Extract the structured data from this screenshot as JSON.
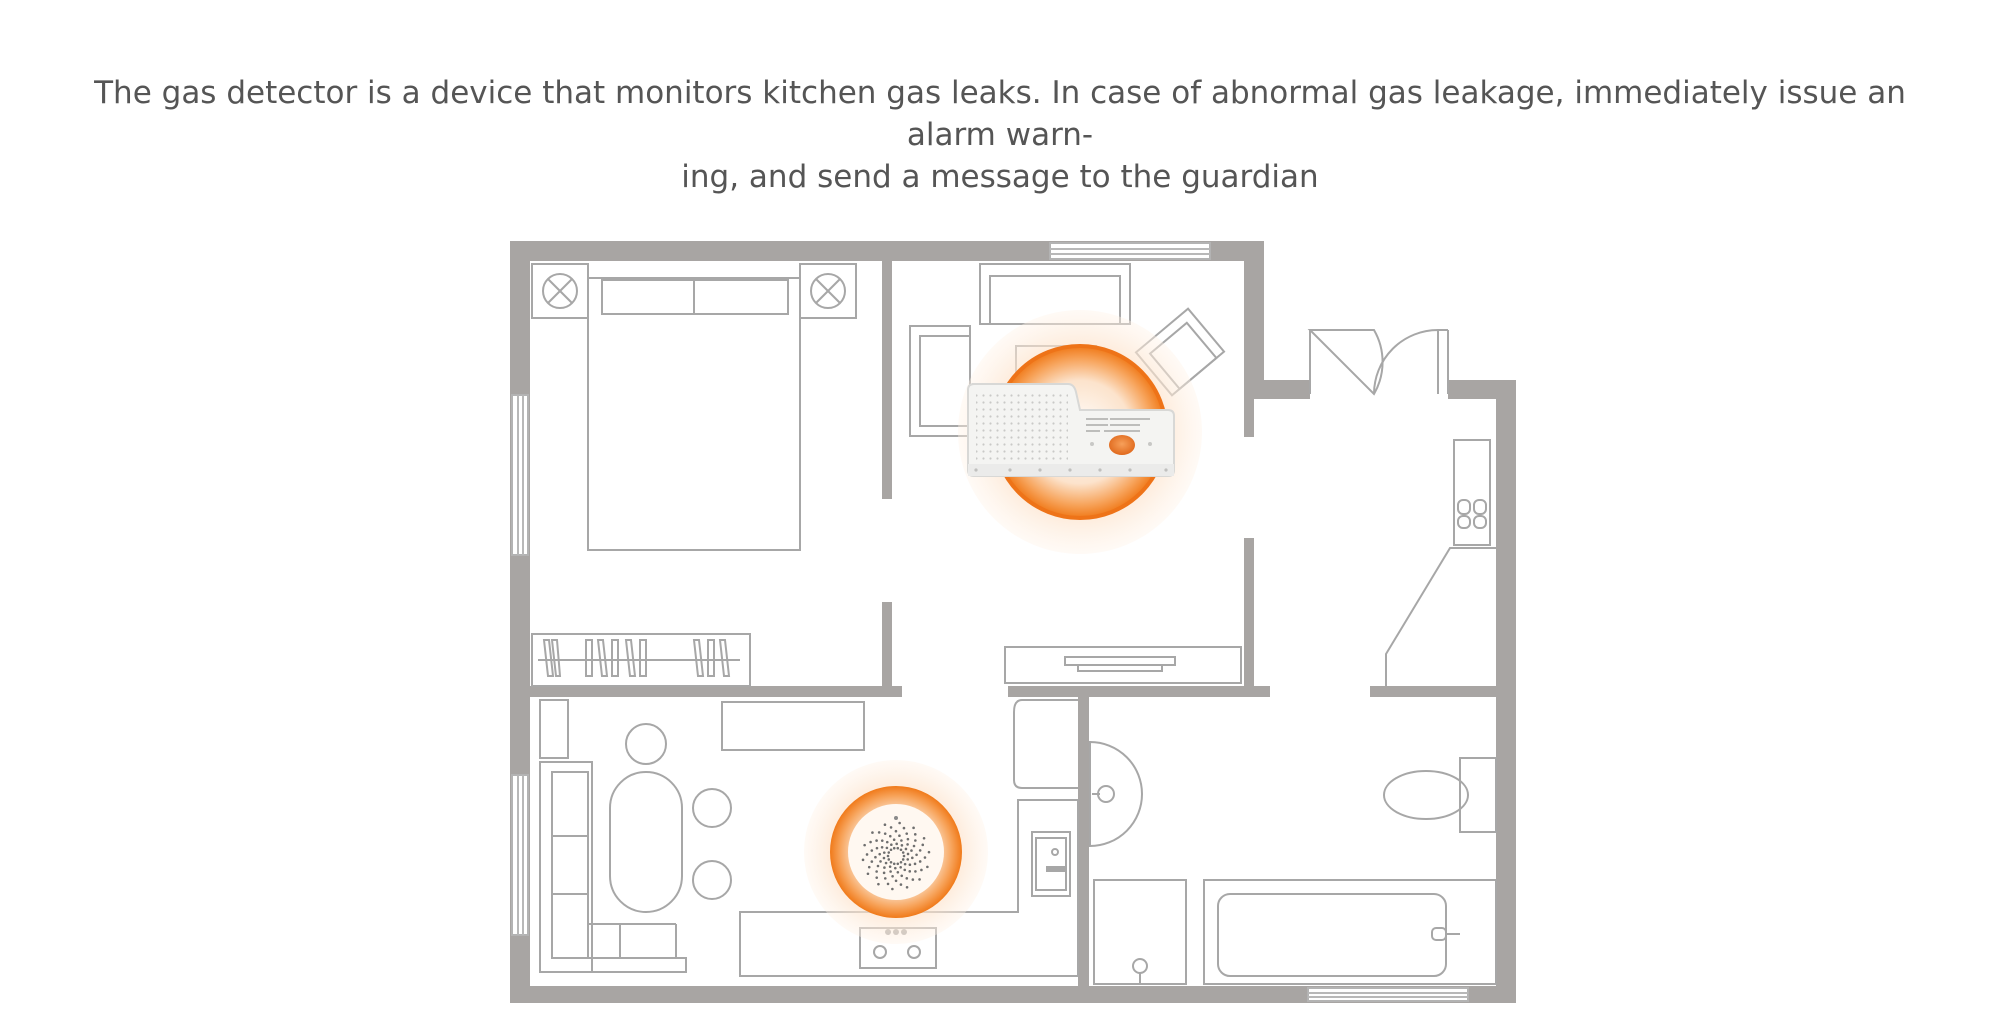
{
  "caption": {
    "line1": "The gas detector is a device that monitors kitchen gas leaks. In case of abnormal gas leakage, immediately issue an alarm warn-",
    "line2": "ing, and send a message to the guardian"
  },
  "colors": {
    "wall": "#a8a5a3",
    "line": "#a7a7a7",
    "glow": "#f2801f",
    "device_body": "#f4f4f2",
    "text": "#555555"
  },
  "devices": [
    {
      "name": "alarm-hub",
      "room": "living room"
    },
    {
      "name": "gas-detector",
      "room": "kitchen"
    }
  ]
}
